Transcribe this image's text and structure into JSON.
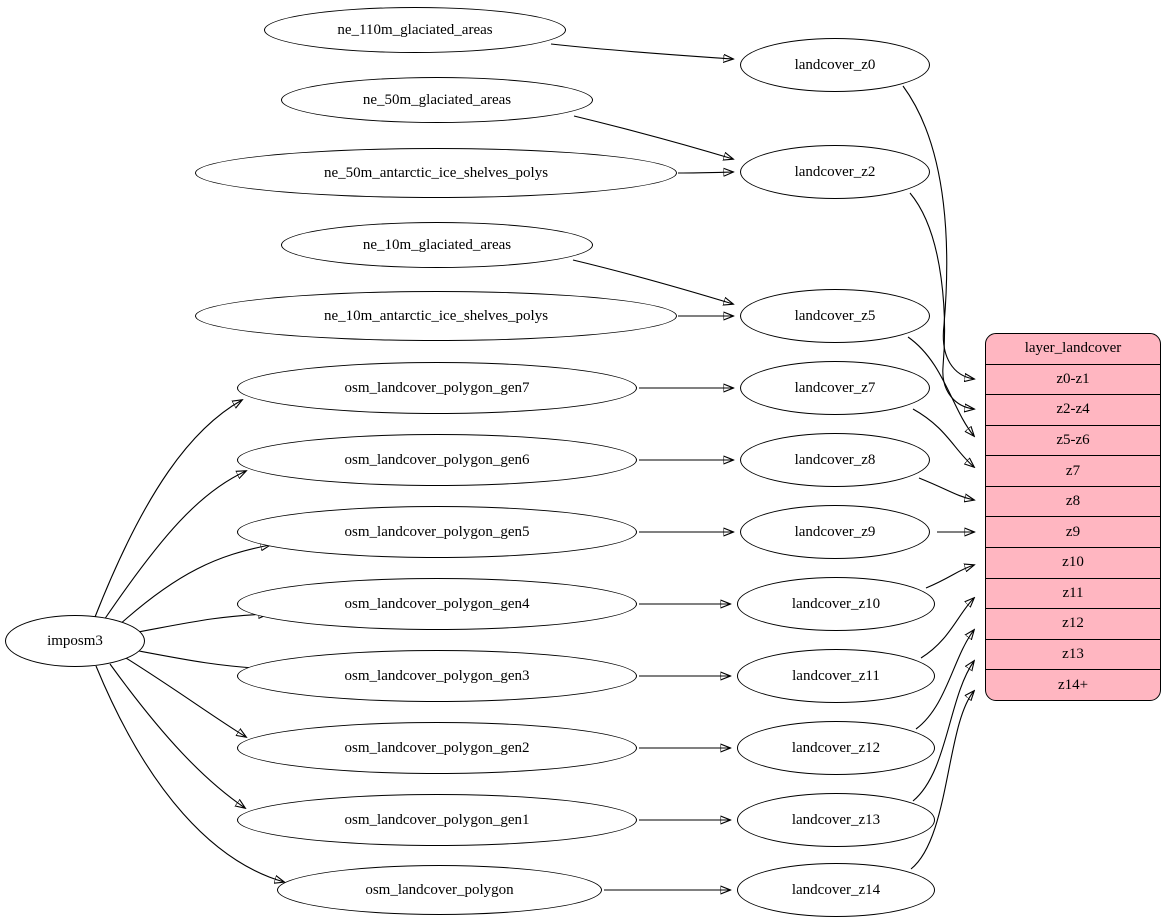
{
  "colors": {
    "background": "#ffffff",
    "node_fill": "#ffffff",
    "node_stroke": "#000000",
    "edge": "#000000",
    "record_fill": "#ffb6c1",
    "text": "#000000"
  },
  "nodes": {
    "imposm3": "imposm3",
    "ne_110m_glaciated_areas": "ne_110m_glaciated_areas",
    "ne_50m_glaciated_areas": "ne_50m_glaciated_areas",
    "ne_50m_antarctic_ice_shelves_polys": "ne_50m_antarctic_ice_shelves_polys",
    "ne_10m_glaciated_areas": "ne_10m_glaciated_areas",
    "ne_10m_antarctic_ice_shelves_polys": "ne_10m_antarctic_ice_shelves_polys",
    "osm_landcover_polygon_gen7": "osm_landcover_polygon_gen7",
    "osm_landcover_polygon_gen6": "osm_landcover_polygon_gen6",
    "osm_landcover_polygon_gen5": "osm_landcover_polygon_gen5",
    "osm_landcover_polygon_gen4": "osm_landcover_polygon_gen4",
    "osm_landcover_polygon_gen3": "osm_landcover_polygon_gen3",
    "osm_landcover_polygon_gen2": "osm_landcover_polygon_gen2",
    "osm_landcover_polygon_gen1": "osm_landcover_polygon_gen1",
    "osm_landcover_polygon": "osm_landcover_polygon",
    "landcover_z0": "landcover_z0",
    "landcover_z2": "landcover_z2",
    "landcover_z5": "landcover_z5",
    "landcover_z7": "landcover_z7",
    "landcover_z8": "landcover_z8",
    "landcover_z9": "landcover_z9",
    "landcover_z10": "landcover_z10",
    "landcover_z11": "landcover_z11",
    "landcover_z12": "landcover_z12",
    "landcover_z13": "landcover_z13",
    "landcover_z14": "landcover_z14"
  },
  "record": {
    "title": "layer_landcover",
    "rows": [
      "z0-z1",
      "z2-z4",
      "z5-z6",
      "z7",
      "z8",
      "z9",
      "z10",
      "z11",
      "z12",
      "z13",
      "z14+"
    ]
  },
  "edges": [
    {
      "from": "imposm3",
      "to": "osm_landcover_polygon_gen7"
    },
    {
      "from": "imposm3",
      "to": "osm_landcover_polygon_gen6"
    },
    {
      "from": "imposm3",
      "to": "osm_landcover_polygon_gen5"
    },
    {
      "from": "imposm3",
      "to": "osm_landcover_polygon_gen4"
    },
    {
      "from": "imposm3",
      "to": "osm_landcover_polygon_gen3"
    },
    {
      "from": "imposm3",
      "to": "osm_landcover_polygon_gen2"
    },
    {
      "from": "imposm3",
      "to": "osm_landcover_polygon_gen1"
    },
    {
      "from": "imposm3",
      "to": "osm_landcover_polygon"
    },
    {
      "from": "ne_110m_glaciated_areas",
      "to": "landcover_z0"
    },
    {
      "from": "ne_50m_glaciated_areas",
      "to": "landcover_z2"
    },
    {
      "from": "ne_50m_antarctic_ice_shelves_polys",
      "to": "landcover_z2"
    },
    {
      "from": "ne_10m_glaciated_areas",
      "to": "landcover_z5"
    },
    {
      "from": "ne_10m_antarctic_ice_shelves_polys",
      "to": "landcover_z5"
    },
    {
      "from": "osm_landcover_polygon_gen7",
      "to": "landcover_z7"
    },
    {
      "from": "osm_landcover_polygon_gen6",
      "to": "landcover_z8"
    },
    {
      "from": "osm_landcover_polygon_gen5",
      "to": "landcover_z9"
    },
    {
      "from": "osm_landcover_polygon_gen4",
      "to": "landcover_z10"
    },
    {
      "from": "osm_landcover_polygon_gen3",
      "to": "landcover_z11"
    },
    {
      "from": "osm_landcover_polygon_gen2",
      "to": "landcover_z12"
    },
    {
      "from": "osm_landcover_polygon_gen1",
      "to": "landcover_z13"
    },
    {
      "from": "osm_landcover_polygon",
      "to": "landcover_z14"
    },
    {
      "from": "landcover_z0",
      "to": "layer_landcover:z0-z1"
    },
    {
      "from": "landcover_z2",
      "to": "layer_landcover:z2-z4"
    },
    {
      "from": "landcover_z5",
      "to": "layer_landcover:z5-z6"
    },
    {
      "from": "landcover_z7",
      "to": "layer_landcover:z7"
    },
    {
      "from": "landcover_z8",
      "to": "layer_landcover:z8"
    },
    {
      "from": "landcover_z9",
      "to": "layer_landcover:z9"
    },
    {
      "from": "landcover_z10",
      "to": "layer_landcover:z10"
    },
    {
      "from": "landcover_z11",
      "to": "layer_landcover:z11"
    },
    {
      "from": "landcover_z12",
      "to": "layer_landcover:z12"
    },
    {
      "from": "landcover_z13",
      "to": "layer_landcover:z13"
    },
    {
      "from": "landcover_z14",
      "to": "layer_landcover:z14+"
    }
  ]
}
